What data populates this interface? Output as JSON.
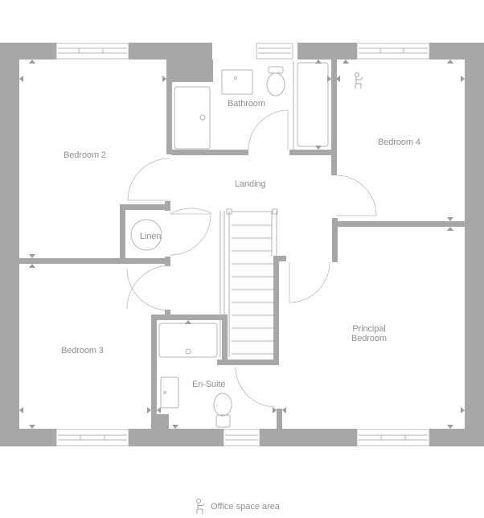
{
  "floorplan": {
    "rooms": [
      {
        "id": "bedroom-2",
        "label": "Bedroom 2"
      },
      {
        "id": "bathroom",
        "label": "Bathroom"
      },
      {
        "id": "bedroom-4",
        "label": "Bedroom 4"
      },
      {
        "id": "landing",
        "label": "Landing"
      },
      {
        "id": "linen",
        "label": "Linen"
      },
      {
        "id": "bedroom-3",
        "label": "Bedroom 3"
      },
      {
        "id": "en-suite",
        "label": "En-Suite"
      },
      {
        "id": "principal-bedroom",
        "label_line1": "Principal",
        "label_line2": "Bedroom"
      }
    ],
    "icons": {
      "office": "office-person-at-desk-icon"
    },
    "colors": {
      "wall": "#a7a7a7",
      "line": "#b3b3b3",
      "text": "#8f8f8f",
      "background": "#ffffff"
    }
  },
  "legend": {
    "office_label": "Office space area"
  }
}
